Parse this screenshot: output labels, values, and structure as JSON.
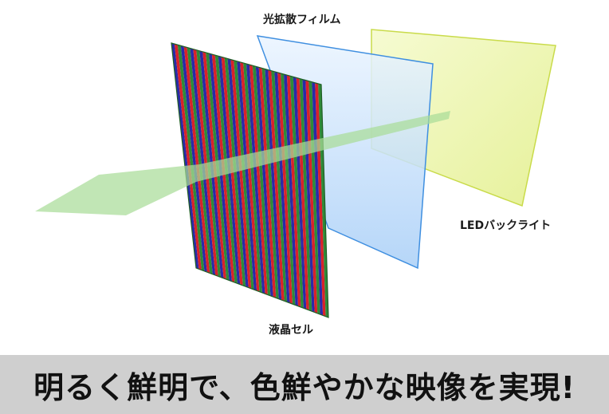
{
  "labels": {
    "diffuser": "光拡散フィルム",
    "backlight": "LEDバックライト",
    "lcd": "液晶セル"
  },
  "headline": "明るく鮮明で、色鮮やかな映像を実現!",
  "colors": {
    "backlight_fill": "#eef6b0",
    "backlight_stroke": "#c9db4a",
    "diffuser_fill": "#cfe4fb",
    "diffuser_stroke": "#3f8fe0",
    "arrow": "#a9dc98",
    "stripe_red": "#d8222a",
    "stripe_green": "#2f8a38",
    "stripe_blue": "#2a2aa8",
    "banner": "#cfcfcf"
  }
}
